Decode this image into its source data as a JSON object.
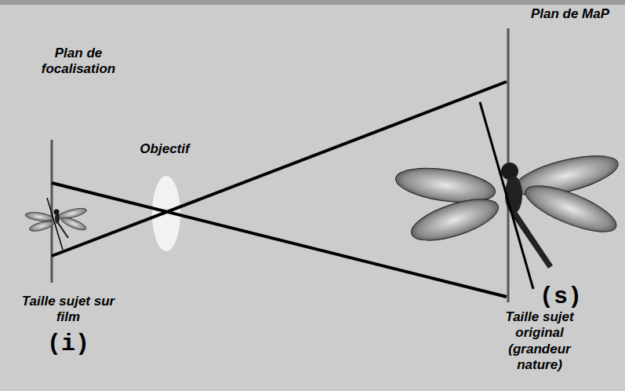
{
  "diagram": {
    "labels": [
      "Plan de MaP",
      "Plan de focalisation",
      "Objectif",
      "Taille sujet sur film",
      "(i)",
      "(s)",
      "Taille sujet original (grandeur nature)"
    ]
  }
}
